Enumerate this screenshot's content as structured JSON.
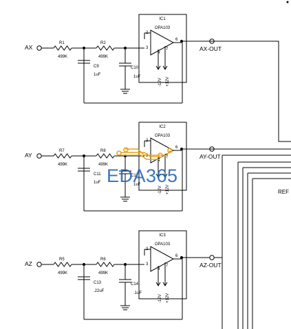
{
  "stages": [
    {
      "input": "AX",
      "output": "AX-OUT",
      "ic_name": "IC1",
      "ic_part": "OPA103",
      "r_first": {
        "name": "R1",
        "value": "499K"
      },
      "r_second": {
        "name": "R2",
        "value": "499K"
      },
      "c_first": {
        "name": "C9",
        "value": "1uF"
      },
      "c_second": {
        "name": "C10",
        "value": "1uF"
      },
      "pins": {
        "inv": "2",
        "noninv": "3",
        "out": "6",
        "vneg": "4",
        "vpos": "7"
      },
      "rails": {
        "neg": "-12V",
        "pos": "+12V"
      }
    },
    {
      "input": "AY",
      "output": "AY-OUT",
      "ic_name": "IC2",
      "ic_part": "OPA103",
      "r_first": {
        "name": "R7",
        "value": "499K"
      },
      "r_second": {
        "name": "R8",
        "value": "499K"
      },
      "c_first": {
        "name": "C11",
        "value": "1uF"
      },
      "c_second": {
        "name": "C12",
        "value": "1uF"
      },
      "pins": {
        "inv": "2",
        "noninv": "3",
        "out": "6",
        "vneg": "4",
        "vpos": "7"
      },
      "rails": {
        "neg": "-12V",
        "pos": "+12V"
      }
    },
    {
      "input": "AZ",
      "output": "AZ-OUT",
      "ic_name": "IC3",
      "ic_part": "OPA103",
      "r_first": {
        "name": "R5",
        "value": "499K"
      },
      "r_second": {
        "name": "R6",
        "value": "499K"
      },
      "c_first": {
        "name": "C13",
        "value": ".22uF"
      },
      "c_second": {
        "name": "C14",
        "value": ".1uF"
      },
      "pins": {
        "inv": "2",
        "noninv": "3",
        "out": "6",
        "vneg": "4",
        "vpos": "7"
      },
      "rails": {
        "neg": "-12V",
        "pos": "+12V"
      }
    }
  ],
  "edge_label": "REF",
  "watermark": "EDA365",
  "colors": {
    "ink": "#000000",
    "watermark": "#1f63b4",
    "overlay": "#e8a317"
  }
}
